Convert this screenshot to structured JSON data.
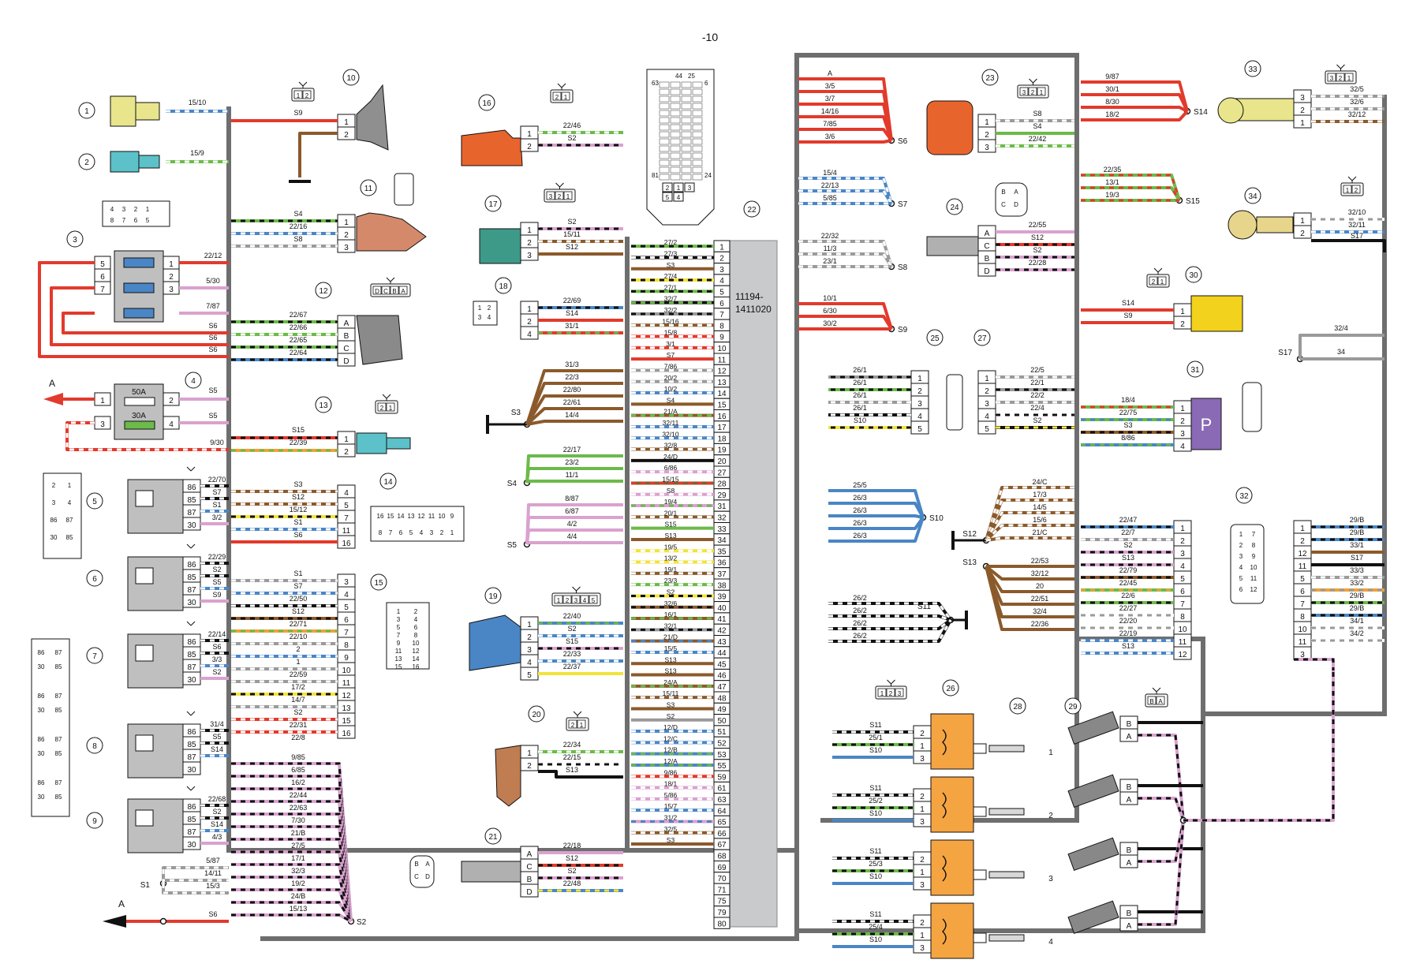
{
  "page": {
    "page_number": "-10",
    "ecu_part": [
      "11194-",
      "1411020"
    ]
  },
  "colors": {
    "red": "#e23a2c",
    "pink": "#d9a2cf",
    "brown": "#8b5a2b",
    "green": "#6cba4a",
    "blue": "#4a86c5",
    "grey": "#9a9a9a",
    "black": "#111111",
    "yellow": "#f2e33a",
    "orange": "#f0a13a",
    "white": "#ffffff",
    "frame": "#6e6e6e",
    "ecu": "#c9cacb",
    "connector_fill": "#f7f7f7",
    "relay_fill": "#bfbfbf",
    "coil_fill": "#f5a442",
    "purple": "#8a6ab5"
  },
  "ecu": {
    "pins": [
      "1",
      "2",
      "3",
      "4",
      "5",
      "6",
      "7",
      "8",
      "9",
      "10",
      "11",
      "12",
      "13",
      "14",
      "15",
      "16",
      "17",
      "18",
      "19",
      "20",
      "27",
      "28",
      "29",
      "31",
      "32",
      "33",
      "34",
      "35",
      "36",
      "37",
      "38",
      "39",
      "40",
      "41",
      "42",
      "43",
      "44",
      "45",
      "46",
      "47",
      "48",
      "49",
      "50",
      "51",
      "52",
      "53",
      "55",
      "59",
      "61",
      "63",
      "64",
      "65",
      "66",
      "67",
      "68",
      "69",
      "70",
      "71",
      "75",
      "79",
      "80"
    ],
    "wires": [
      "27/2",
      "27/3",
      "S3",
      "27/4",
      "27/1",
      "32/7",
      "32/2",
      "15/16",
      "15/8",
      "3/1",
      "S7",
      "7/86",
      "20/2",
      "10/2",
      "S4",
      "21/A",
      "32/11",
      "32/10",
      "32/8",
      "24/D",
      "6/86",
      "15/15",
      "S8",
      "19/4",
      "20/1",
      "S15",
      "S13",
      "19/5",
      "13/2",
      "19/1",
      "23/3",
      "S2",
      "32/6",
      "16/1",
      "32/1",
      "21/D",
      "15/5",
      "S13",
      "S13",
      "24/A",
      "15/11",
      "S3",
      "S2",
      "12/D",
      "12/C",
      "12/B",
      "12/A",
      "9/86",
      "18/1",
      "5/86",
      "15/7",
      "31/2",
      "32/5",
      "S3"
    ],
    "wire_colors": [
      "green",
      "black",
      "brown",
      "yellow",
      "green",
      "black",
      "grey",
      "brown",
      "red",
      "red",
      "red",
      "grey",
      "grey",
      "blue",
      "brown",
      "brown",
      "blue",
      "blue",
      "brown",
      "black",
      "pink",
      "brown",
      "pink",
      "pink",
      "brown",
      "green",
      "brown",
      "yellow",
      "yellow",
      "brown",
      "green",
      "yellow",
      "brown",
      "brown",
      "grey",
      "brown",
      "blue",
      "brown",
      "brown",
      "brown",
      "brown",
      "brown",
      "grey",
      "blue",
      "blue",
      "blue",
      "blue",
      "red",
      "pink",
      "pink",
      "blue",
      "pink",
      "brown",
      "brown"
    ],
    "wire_stripes": [
      "black",
      "white",
      "",
      "black",
      "black",
      "green",
      "black",
      "white",
      "white",
      "white",
      "",
      "white",
      "white",
      "white",
      "",
      "green",
      "white",
      "white",
      "white",
      "",
      "white",
      "red",
      "white",
      "green",
      "white",
      "",
      "",
      "white",
      "white",
      "white",
      "white",
      "black",
      "black",
      "green",
      "black",
      "blue",
      "white",
      "",
      "",
      "green",
      "white",
      "",
      "",
      "white",
      "white",
      "green",
      "green",
      "white",
      "white",
      "white",
      "white",
      "blue",
      "white",
      ""
    ]
  },
  "connector_22": {
    "pin_first": [
      "44",
      "25"
    ],
    "pin_left_top": "63",
    "pin_right_top": "6",
    "pin_left_bottom": "81",
    "pin_right_bottom": "24",
    "bottom_pins": [
      "2",
      "1",
      "3",
      "5",
      "4"
    ]
  },
  "components": {
    "c1": {
      "num": "1",
      "wire": "15/10"
    },
    "c2": {
      "num": "2",
      "wire": "15/9"
    },
    "c3": {
      "num": "3",
      "pins_left": [
        "5",
        "6",
        "7"
      ],
      "pins_right": [
        "1",
        "2",
        "3"
      ],
      "wires": [
        "22/12",
        "5/30",
        "7/87",
        "S6",
        "S6",
        "S6"
      ],
      "conn_top": [
        "4",
        "3",
        "2",
        "1"
      ],
      "conn_bottom": [
        "8",
        "7",
        "6",
        "5"
      ]
    },
    "c4": {
      "num": "4",
      "pins": [
        "1",
        "2",
        "3",
        "4"
      ],
      "fuse1": "50A",
      "fuse2": "30A",
      "wires": [
        "S5",
        "S5",
        "9/30"
      ],
      "label_a": "A"
    },
    "c5": {
      "num": "5",
      "pins": [
        "86",
        "85",
        "87",
        "30"
      ],
      "wires": [
        "22/70",
        "S7",
        "S1",
        "3/2"
      ],
      "socket": [
        "2",
        "1",
        "3",
        "4",
        "86",
        "87",
        "30",
        "85"
      ]
    },
    "c6": {
      "num": "6",
      "pins": [
        "86",
        "85",
        "87",
        "30"
      ],
      "wires": [
        "22/29",
        "S2",
        "S5",
        "S9"
      ]
    },
    "c7": {
      "num": "7",
      "pins": [
        "86",
        "85",
        "87",
        "30"
      ],
      "wires": [
        "22/14",
        "S6",
        "3/3",
        "S2"
      ]
    },
    "c8": {
      "num": "8",
      "pins": [
        "86",
        "85",
        "87",
        "30"
      ],
      "wires": [
        "31/4",
        "S5",
        "S14"
      ]
    },
    "c9": {
      "num": "9",
      "pins": [
        "86",
        "85",
        "87",
        "30"
      ],
      "wires": [
        "22/68",
        "S2",
        "S14",
        "4/3"
      ]
    },
    "relay_block": {
      "labels": [
        "86",
        "87",
        "30",
        "85"
      ]
    },
    "s1": {
      "label": "S1",
      "wires": [
        "5/87",
        "14/11",
        "15/3"
      ]
    },
    "s6_bottom": {
      "label": "S6",
      "arrow": "A"
    },
    "c10": {
      "num": "10",
      "pins": [
        "1",
        "2"
      ],
      "wire": "S9",
      "conn": [
        "1",
        "2"
      ]
    },
    "c11": {
      "num": "11",
      "pins": [
        "1",
        "2",
        "3"
      ],
      "wires": [
        "S4",
        "22/16",
        "S8"
      ],
      "conn": [
        "1",
        "3",
        "2"
      ]
    },
    "c12": {
      "num": "12",
      "pins": [
        "A",
        "B",
        "C",
        "D"
      ],
      "wires": [
        "22/67",
        "22/66",
        "22/65",
        "22/64"
      ],
      "conn": [
        "D",
        "C",
        "B",
        "A"
      ]
    },
    "c13": {
      "num": "13",
      "pins": [
        "1",
        "2"
      ],
      "wires": [
        "S15",
        "22/39"
      ],
      "conn": [
        "2",
        "1"
      ]
    },
    "c14": {
      "num": "14",
      "pins": [
        "4",
        "5",
        "7",
        "11",
        "16"
      ],
      "wires": [
        "S3",
        "S12",
        "15/12",
        "S1",
        "S6"
      ],
      "conn_top": [
        "16",
        "15",
        "14",
        "13",
        "12",
        "11",
        "10",
        "9"
      ],
      "conn_bottom": [
        "8",
        "7",
        "6",
        "5",
        "4",
        "3",
        "2",
        "1"
      ]
    },
    "c15": {
      "num": "15",
      "pins": [
        "3",
        "4",
        "5",
        "6",
        "7",
        "8",
        "9",
        "10",
        "11",
        "12",
        "13",
        "15",
        "16"
      ],
      "wires": [
        "S1",
        "S7",
        "22/50",
        "S12",
        "22/71",
        "22/10",
        "2",
        "1",
        "22/59",
        "17/2",
        "14/7",
        "S2",
        "22/31",
        "22/8"
      ],
      "conn": [
        "1",
        "2",
        "3",
        "4",
        "5",
        "6",
        "7",
        "8",
        "9",
        "10",
        "11",
        "12",
        "13",
        "14",
        "15",
        "16"
      ]
    },
    "s2": {
      "label": "S2",
      "wires": [
        "9/85",
        "6/85",
        "16/2",
        "22/44",
        "22/63",
        "7/30",
        "21/B",
        "27/5",
        "17/1",
        "32/3",
        "19/2",
        "24/B",
        "15/13"
      ]
    },
    "c16": {
      "num": "16",
      "pins": [
        "1",
        "2"
      ],
      "wires": [
        "22/46",
        "S2"
      ],
      "conn": [
        "2",
        "1"
      ]
    },
    "c17": {
      "num": "17",
      "pins": [
        "1",
        "2",
        "3"
      ],
      "wires": [
        "S2",
        "15/11",
        "S12"
      ],
      "conn": [
        "3",
        "2",
        "1"
      ]
    },
    "c18": {
      "num": "18",
      "pins": [
        "1",
        "2",
        "4"
      ],
      "wires": [
        "22/69",
        "S14",
        "31/1"
      ],
      "conn": [
        "1",
        "2",
        "3",
        "4"
      ]
    },
    "s3": {
      "label": "S3",
      "wires": [
        "31/3",
        "22/3",
        "22/80",
        "22/61",
        "14/4"
      ]
    },
    "s4": {
      "label": "S4",
      "wires": [
        "22/17",
        "23/2",
        "11/1"
      ]
    },
    "s5": {
      "label": "S5",
      "wires": [
        "8/87",
        "6/87",
        "4/2",
        "4/4"
      ]
    },
    "c19": {
      "num": "19",
      "pins": [
        "1",
        "2",
        "3",
        "4",
        "5"
      ],
      "wires": [
        "22/40",
        "S2",
        "S15",
        "22/33",
        "22/37"
      ],
      "conn": [
        "1",
        "2",
        "3",
        "4",
        "5"
      ]
    },
    "c20": {
      "num": "20",
      "pins": [
        "1",
        "2"
      ],
      "wires": [
        "22/34",
        "22/15",
        "S13"
      ],
      "conn": [
        "2",
        "1"
      ]
    },
    "c21": {
      "num": "21",
      "pins": [
        "A",
        "C",
        "B",
        "D"
      ],
      "wires": [
        "22/18",
        "S12",
        "S2",
        "22/48"
      ],
      "conn": [
        "B",
        "A",
        "C",
        "D"
      ]
    },
    "c22": {
      "num": "22"
    },
    "s6": {
      "label": "S6",
      "wires": [
        "A",
        "3/5",
        "3/7",
        "14/16",
        "7/85",
        "3/6"
      ]
    },
    "s7": {
      "label": "S7",
      "wires": [
        "15/4",
        "22/13",
        "5/85"
      ]
    },
    "s8": {
      "label": "S8",
      "wires": [
        "22/32",
        "11/3",
        "23/1"
      ]
    },
    "s9": {
      "label": "S9",
      "wires": [
        "10/1",
        "6/30",
        "30/2"
      ]
    },
    "c23": {
      "num": "23",
      "pins": [
        "1",
        "2",
        "3"
      ],
      "wires": [
        "S8",
        "S4",
        "22/42"
      ],
      "conn": [
        "3",
        "2",
        "1"
      ]
    },
    "c24": {
      "num": "24",
      "pins": [
        "A",
        "C",
        "B",
        "D"
      ],
      "wires": [
        "22/55",
        "S12",
        "S2",
        "22/28"
      ],
      "conn": [
        "B",
        "A",
        "C",
        "D"
      ]
    },
    "c25": {
      "num": "25",
      "pins": [
        "1",
        "2",
        "3",
        "4",
        "5"
      ],
      "wires": [
        "26/1",
        "26/1",
        "26/1",
        "26/1",
        "S10"
      ],
      "conn": [
        "1",
        "2",
        "3",
        "4",
        "5"
      ]
    },
    "c27": {
      "num": "27",
      "pins": [
        "1",
        "2",
        "3",
        "4",
        "5"
      ],
      "wires": [
        "22/5",
        "22/1",
        "22/2",
        "22/4",
        "S2"
      ]
    },
    "s10": {
      "label": "S10",
      "wires": [
        "25/5",
        "26/3",
        "26/3",
        "26/3",
        "26/3"
      ]
    },
    "s11": {
      "label": "S11",
      "wires": [
        "26/2",
        "26/2",
        "26/2",
        "26/2"
      ]
    },
    "s12": {
      "label": "S12",
      "wires": [
        "24/C",
        "17/3",
        "14/5",
        "15/6",
        "21/C"
      ]
    },
    "s13": {
      "label": "S13",
      "wires": [
        "22/53",
        "32/12",
        "20",
        "22/51",
        "32/4",
        "22/36"
      ]
    },
    "c26": {
      "num": "26",
      "conn": [
        "1",
        "2",
        "3"
      ],
      "coils": [
        {
          "pins": [
            "2",
            "1",
            "3"
          ],
          "wires": [
            "S11",
            "25/1",
            "S10"
          ],
          "plug": "1"
        },
        {
          "pins": [
            "2",
            "1",
            "3"
          ],
          "wires": [
            "S11",
            "25/2",
            "S10"
          ],
          "plug": "2"
        },
        {
          "pins": [
            "2",
            "1",
            "3"
          ],
          "wires": [
            "S11",
            "25/3",
            "S10"
          ],
          "plug": "3"
        },
        {
          "pins": [
            "2",
            "1",
            "3"
          ],
          "wires": [
            "S11",
            "25/4",
            "S10"
          ],
          "plug": "4"
        }
      ]
    },
    "c28": {
      "num": "28"
    },
    "c29": {
      "num": "29",
      "pins": [
        "B",
        "A"
      ],
      "conn": [
        "B",
        "A"
      ]
    },
    "c30": {
      "num": "30",
      "pins": [
        "1",
        "2"
      ],
      "wires": [
        "S14",
        "S9"
      ],
      "conn": [
        "2",
        "1"
      ]
    },
    "c31": {
      "num": "31",
      "pins": [
        "1",
        "2",
        "3",
        "4"
      ],
      "wires": [
        "18/4",
        "22/75",
        "S3",
        "8/86"
      ],
      "conn": [
        "1",
        "2",
        "3",
        "4"
      ],
      "label": "P"
    },
    "c32": {
      "num": "32",
      "pins": [
        "1",
        "2",
        "3",
        "4",
        "5",
        "6",
        "7",
        "8",
        "10",
        "11",
        "12"
      ],
      "wires": [
        "22/47",
        "22/7",
        "S2",
        "S13",
        "22/79",
        "22/45",
        "22/6",
        "22/27",
        "22/20",
        "22/19",
        "S13"
      ],
      "conn": [
        "1",
        "7",
        "2",
        "8",
        "3",
        "9",
        "4",
        "10",
        "5",
        "11",
        "6",
        "12"
      ]
    },
    "c32b": {
      "pins": [
        "1",
        "2",
        "12",
        "11",
        "5",
        "6",
        "7",
        "8",
        "10",
        "11",
        "3"
      ],
      "wires": [
        "29/B",
        "29/B",
        "33/1",
        "S17",
        "33/3",
        "33/2",
        "29/B",
        "29/B",
        "34/1",
        "34/2"
      ]
    },
    "c33": {
      "num": "33",
      "pins": [
        "3",
        "2",
        "1"
      ],
      "wires": [
        "32/5",
        "32/6",
        "32/12"
      ],
      "conn": [
        "3",
        "2",
        "1"
      ]
    },
    "c34": {
      "num": "34",
      "pins": [
        "1",
        "2"
      ],
      "wires": [
        "32/10",
        "32/11",
        "S17"
      ],
      "conn": [
        "1",
        "2"
      ]
    },
    "s14": {
      "label": "S14",
      "wires": [
        "9/87",
        "30/1",
        "8/30",
        "18/2"
      ]
    },
    "s15": {
      "label": "S15",
      "wires": [
        "22/35",
        "13/1",
        "19/3"
      ]
    },
    "s17": {
      "label": "S17",
      "wires": [
        "32/4",
        "34"
      ]
    }
  }
}
